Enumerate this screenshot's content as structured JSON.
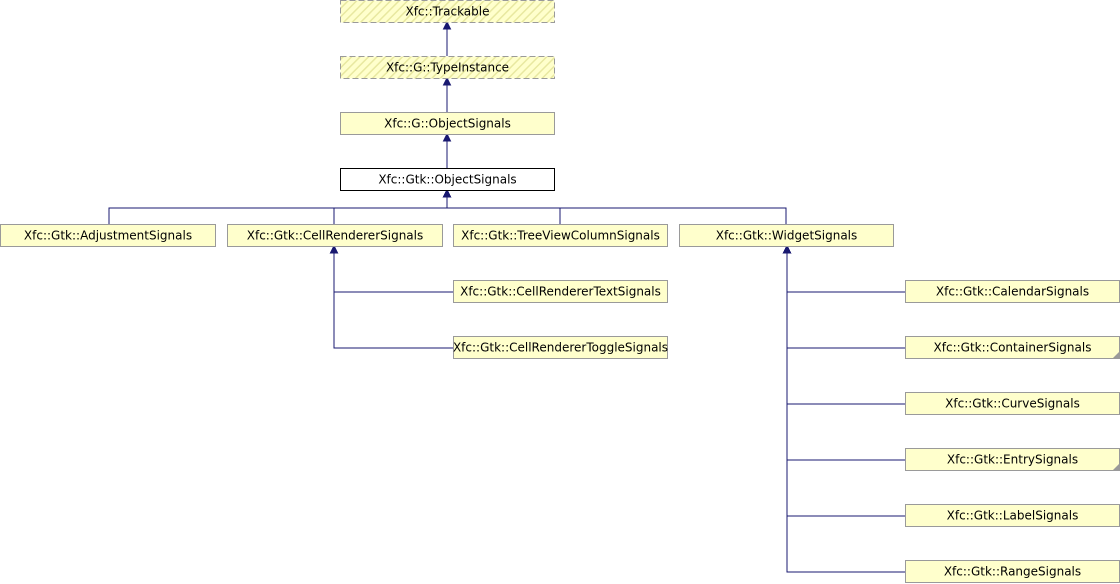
{
  "colors": {
    "node_fill": "#ffffcc",
    "node_border": "#9a9a9a",
    "focus_fill": "#ffffff",
    "focus_border": "#000000",
    "edge": "#191970",
    "hatch": "#e8e8a0"
  },
  "nodes": {
    "trackable": {
      "label": "Xfc::Trackable",
      "style": "undocumented"
    },
    "type_instance": {
      "label": "Xfc::G::TypeInstance",
      "style": "undocumented"
    },
    "g_object_signals": {
      "label": "Xfc::G::ObjectSignals",
      "style": "class"
    },
    "gtk_object_signals": {
      "label": "Xfc::Gtk::ObjectSignals",
      "style": "focus"
    },
    "adjustment_signals": {
      "label": "Xfc::Gtk::AdjustmentSignals",
      "style": "class"
    },
    "cell_renderer_signals": {
      "label": "Xfc::Gtk::CellRendererSignals",
      "style": "class"
    },
    "tree_view_column_signals": {
      "label": "Xfc::Gtk::TreeViewColumnSignals",
      "style": "class"
    },
    "widget_signals": {
      "label": "Xfc::Gtk::WidgetSignals",
      "style": "class"
    },
    "cell_renderer_text_signals": {
      "label": "Xfc::Gtk::CellRendererTextSignals",
      "style": "class"
    },
    "cell_renderer_toggle_signals": {
      "label": "Xfc::Gtk::CellRendererToggleSignals",
      "style": "class"
    },
    "calendar_signals": {
      "label": "Xfc::Gtk::CalendarSignals",
      "style": "class"
    },
    "container_signals": {
      "label": "Xfc::Gtk::ContainerSignals",
      "style": "truncated"
    },
    "curve_signals": {
      "label": "Xfc::Gtk::CurveSignals",
      "style": "class"
    },
    "entry_signals": {
      "label": "Xfc::Gtk::EntrySignals",
      "style": "truncated"
    },
    "label_signals": {
      "label": "Xfc::Gtk::LabelSignals",
      "style": "class"
    },
    "range_signals": {
      "label": "Xfc::Gtk::RangeSignals",
      "style": "class"
    }
  },
  "edges": [
    {
      "from": "type_instance",
      "to": "trackable"
    },
    {
      "from": "g_object_signals",
      "to": "type_instance"
    },
    {
      "from": "gtk_object_signals",
      "to": "g_object_signals"
    },
    {
      "from": "adjustment_signals",
      "to": "gtk_object_signals"
    },
    {
      "from": "cell_renderer_signals",
      "to": "gtk_object_signals"
    },
    {
      "from": "tree_view_column_signals",
      "to": "gtk_object_signals"
    },
    {
      "from": "widget_signals",
      "to": "gtk_object_signals"
    },
    {
      "from": "cell_renderer_text_signals",
      "to": "cell_renderer_signals"
    },
    {
      "from": "cell_renderer_toggle_signals",
      "to": "cell_renderer_signals"
    },
    {
      "from": "calendar_signals",
      "to": "widget_signals"
    },
    {
      "from": "container_signals",
      "to": "widget_signals"
    },
    {
      "from": "curve_signals",
      "to": "widget_signals"
    },
    {
      "from": "entry_signals",
      "to": "widget_signals"
    },
    {
      "from": "label_signals",
      "to": "widget_signals"
    },
    {
      "from": "range_signals",
      "to": "widget_signals"
    }
  ]
}
